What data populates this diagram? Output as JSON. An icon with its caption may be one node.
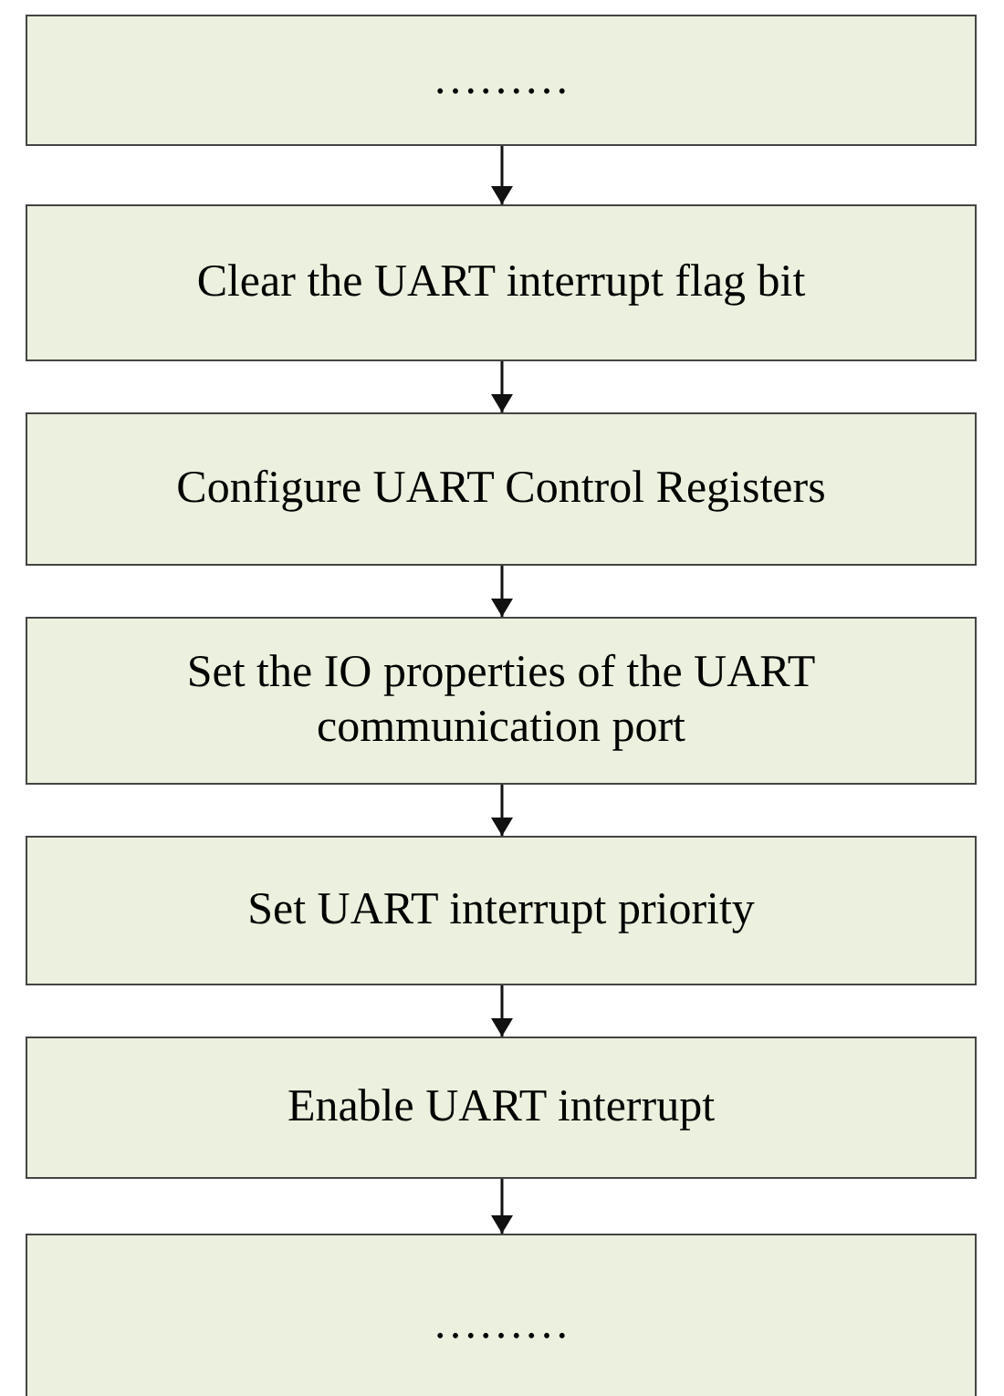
{
  "diagram": {
    "nodes": [
      {
        "text": [
          "………"
        ]
      },
      {
        "text": [
          "Clear the UART interrupt flag bit"
        ]
      },
      {
        "text": [
          "Configure UART Control Registers"
        ]
      },
      {
        "text": [
          "Set the IO properties of the UART communication port"
        ]
      },
      {
        "text": [
          "Set UART interrupt priority"
        ]
      },
      {
        "text": [
          "Enable UART interrupt"
        ]
      },
      {
        "text": [
          "………"
        ]
      }
    ],
    "edges": [
      {
        "from": 0,
        "to": 1,
        "arrow": "to"
      },
      {
        "from": 1,
        "to": 2,
        "arrow": "to"
      },
      {
        "from": 2,
        "to": 3,
        "arrow": "to"
      },
      {
        "from": 3,
        "to": 4,
        "arrow": "to"
      },
      {
        "from": 4,
        "to": 5,
        "arrow": "to"
      },
      {
        "from": 5,
        "to": 6,
        "arrow": "to"
      }
    ]
  }
}
